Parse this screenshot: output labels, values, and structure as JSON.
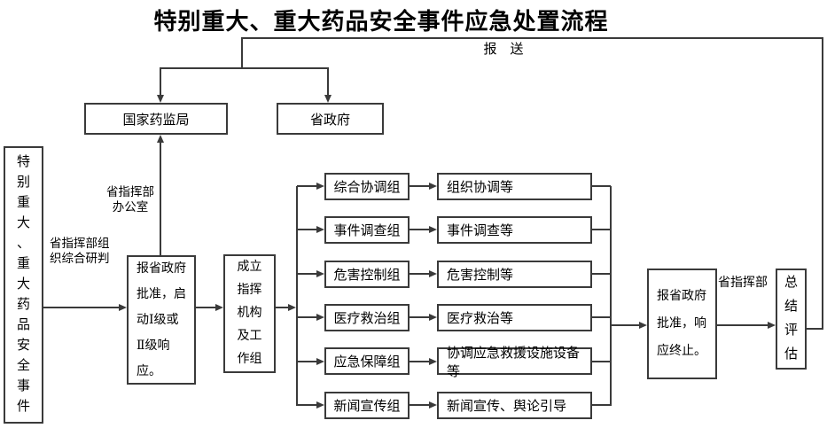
{
  "title": "特别重大、重大药品安全事件应急处置流程",
  "colors": {
    "line": "#3a3a3a",
    "text": "#000000",
    "background": "#ffffff"
  },
  "labels": {
    "report": "报　送",
    "org_research": "省指挥部组\n织综合研判",
    "hq_office": "省指挥部\n办公室",
    "hq": "省指挥部"
  },
  "nodes": {
    "event": "特\n别\n重\n大\n、\n重\n大\n药\n品\n安\n全\n事\n件",
    "nmpa": "国家药监局",
    "prov_gov": "省政府",
    "approve_start": "报省政府\n批准，启\n动Ⅰ级或\nⅡ级响\n应。",
    "setup": "成立\n指挥\n机构\n及工\n作组",
    "approve_end": "报省政府\n批准，响\n应终止。",
    "summary": "总\n结\n评\n估"
  },
  "groups": [
    {
      "name": "综合协调组",
      "duty": "组织协调等"
    },
    {
      "name": "事件调查组",
      "duty": "事件调查等"
    },
    {
      "name": "危害控制组",
      "duty": "危害控制等"
    },
    {
      "name": "医疗救治组",
      "duty": "医疗救治等"
    },
    {
      "name": "应急保障组",
      "duty": "协调应急救援设施设备等"
    },
    {
      "name": "新闻宣传组",
      "duty": "新闻宣传、舆论引导"
    }
  ]
}
